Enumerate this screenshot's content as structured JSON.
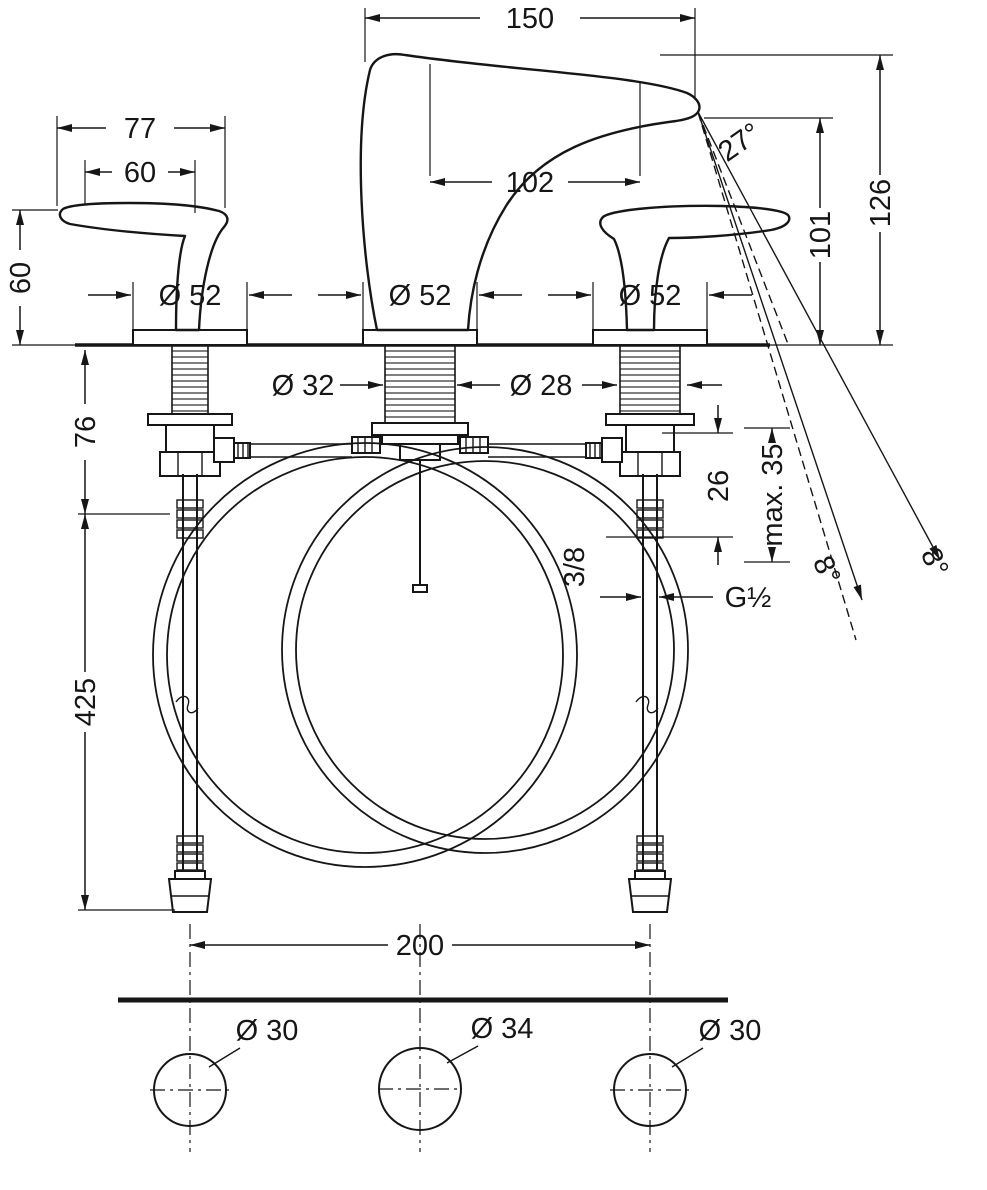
{
  "colors": {
    "background": "#ffffff",
    "line": "#161616"
  },
  "drawing": {
    "type": "technical-dimension-diagram",
    "subject": "three-hole-basin-mixer-with-side-valves",
    "labels": {
      "w150": "150",
      "w77": "77",
      "w60": "60",
      "w102": "102",
      "a27": "27°",
      "h126": "126",
      "h101": "101",
      "h60": "60",
      "d52": "Ø 52",
      "d32": "Ø 32",
      "d28": "Ø 28",
      "h76": "76",
      "h26": "26",
      "max35": "max. 35",
      "t38": "3/8",
      "g12": "G½",
      "a8": "8°",
      "h425": "425",
      "w200": "200",
      "d30": "Ø 30",
      "d34": "Ø 34"
    }
  }
}
